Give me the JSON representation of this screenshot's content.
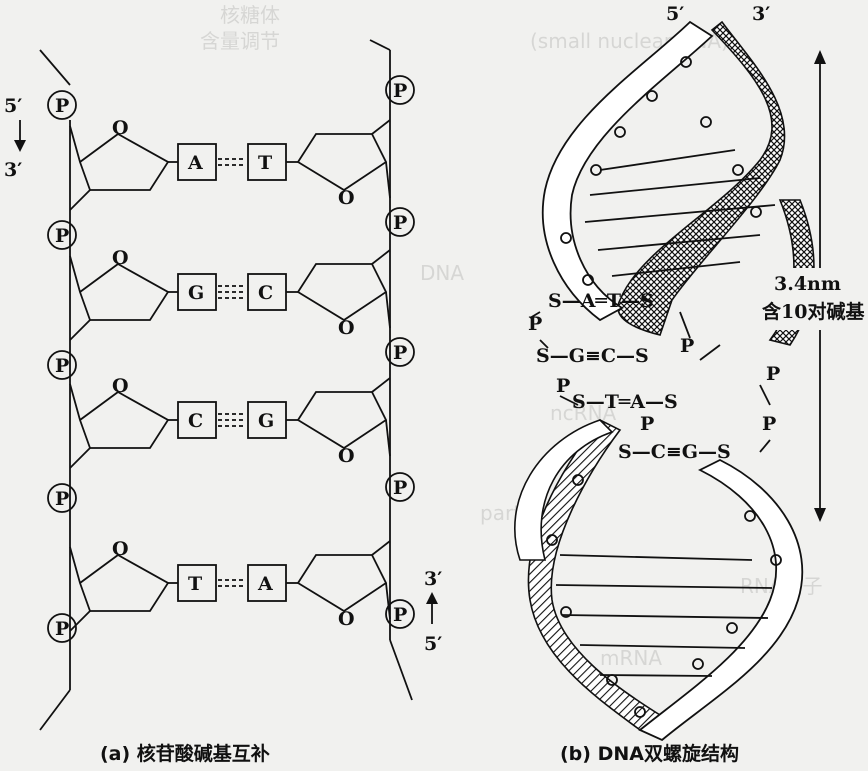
{
  "panel_a": {
    "left_direction": {
      "top": "5′",
      "bottom": "3′"
    },
    "right_direction": {
      "top": "3′",
      "bottom": "5′"
    },
    "phosphate": "P",
    "sugar": "O",
    "pairs": [
      {
        "left": "A",
        "right": "T"
      },
      {
        "left": "G",
        "right": "C"
      },
      {
        "left": "C",
        "right": "G"
      },
      {
        "left": "T",
        "right": "A"
      }
    ],
    "caption": "(a) 核苷酸碱基互补"
  },
  "panel_b": {
    "top_left_end": "5′",
    "top_right_end": "3′",
    "measure": {
      "line1": "3.4nm",
      "line2": "含10对碱基"
    },
    "rungs": [
      {
        "text": "S—A═T—S"
      },
      {
        "text": "S—G≡C—S"
      },
      {
        "text": "S—T═A—S"
      },
      {
        "text": "S—C≡G—S"
      }
    ],
    "phosphate_letter": "P",
    "caption": "(b) DNA双螺旋结构"
  },
  "background_text": [
    "核糖体",
    "含量调节",
    "DNA",
    "ncRNA",
    "RNA分子",
    "(small nuclear RNA)",
    "mRNA",
    "particle"
  ]
}
